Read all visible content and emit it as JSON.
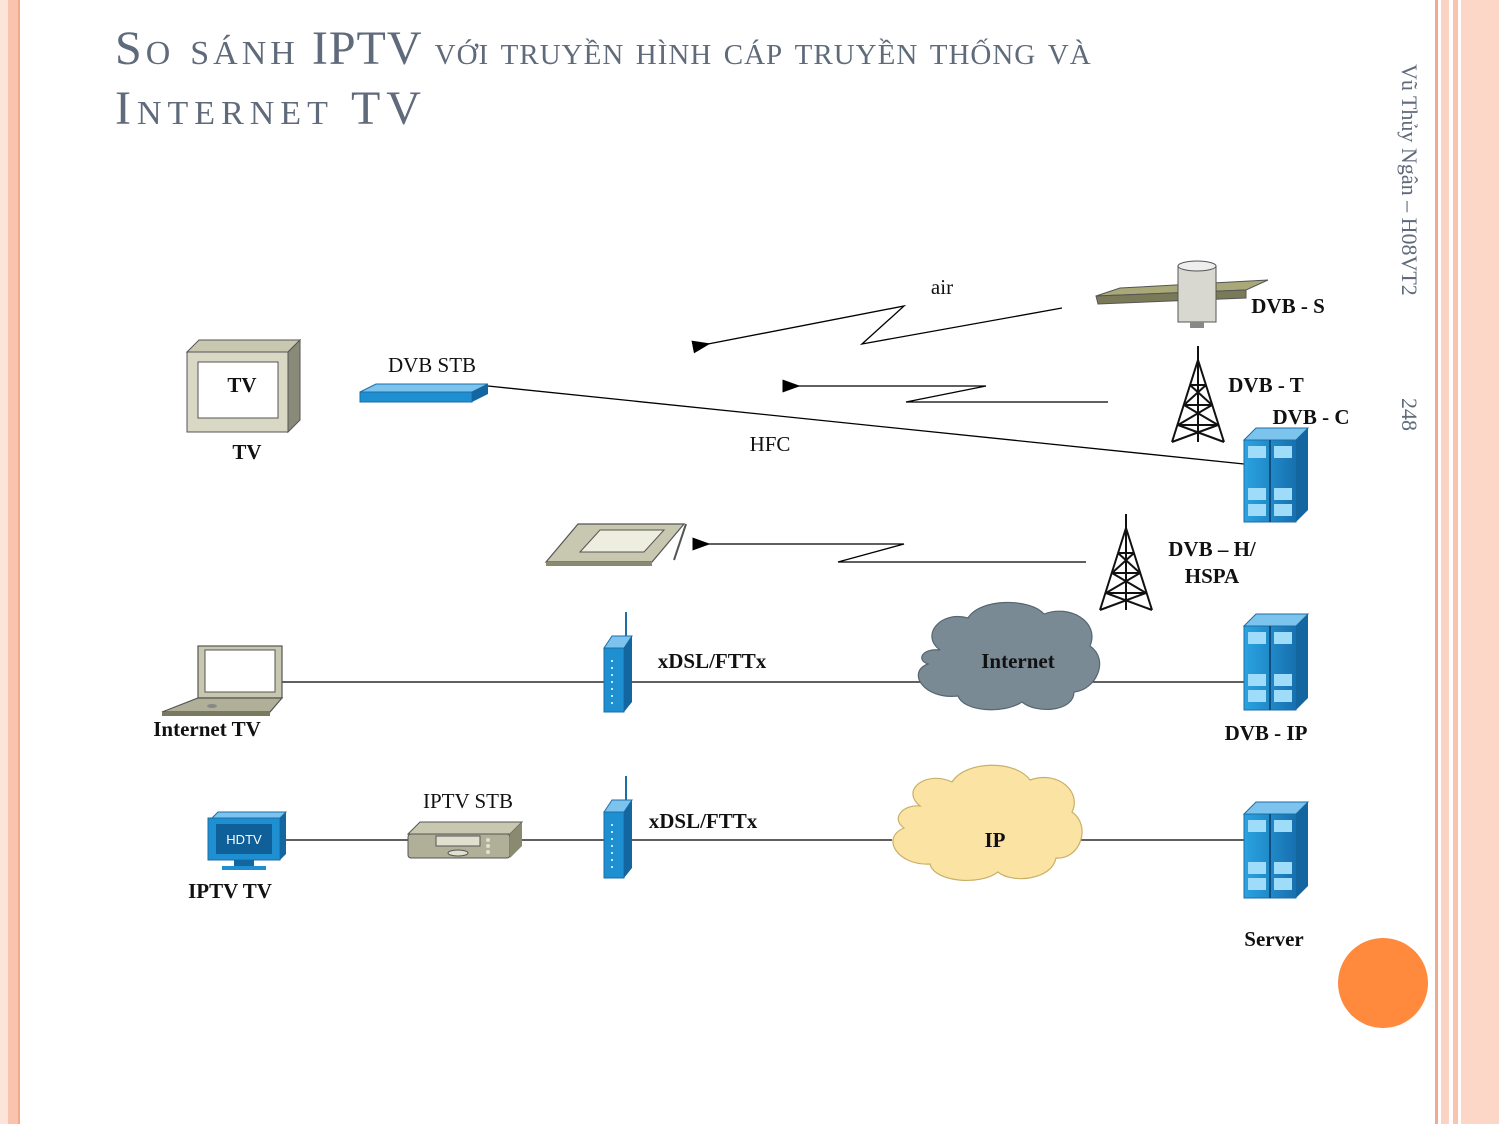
{
  "slide": {
    "title_line1_a": "So sánh",
    "title_line1_b": "IPTV",
    "title_line1_c": "với truyền hình cáp truyền thống và",
    "title_line2": "Internet TV",
    "author": "Vũ Thủy Ngân – H08VT2",
    "page_number": "248"
  },
  "diagram": {
    "tv_screen": "TV",
    "tv_caption": "TV",
    "dvb_stb": "DVB STB",
    "hfc": "HFC",
    "air": "air",
    "dvb_s": "DVB - S",
    "dvb_t": "DVB - T",
    "dvb_c": "DVB - C",
    "dvb_h_line1": "DVB – H/",
    "dvb_h_line2": "HSPA",
    "internet_tv": "Internet TV",
    "xdsl_1": "xDSL/FTTx",
    "internet_cloud": "Internet",
    "dvb_ip": "DVB - IP",
    "iptv_stb": "IPTV STB",
    "hdtv_screen": "HDTV",
    "iptv_tv": "IPTV TV",
    "xdsl_2": "xDSL/FTTx",
    "ip_cloud": "IP",
    "server": "Server"
  },
  "colors": {
    "accent_orange": "#ff8a3d",
    "border_peach": "#f9c3ae",
    "title_gray": "#5f6a7a",
    "server_blue": "#1e8fd0",
    "internet_cloud": "#7a8a94",
    "ip_cloud": "#fbe3a3"
  }
}
